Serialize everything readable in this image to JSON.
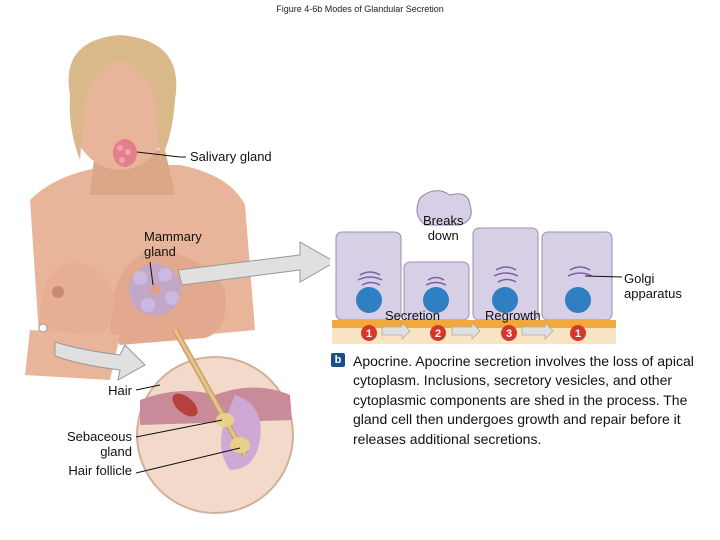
{
  "caption": "Figure 4-6b  Modes of Glandular Secretion",
  "labels": {
    "salivary_gland": "Salivary gland",
    "mammary_gland": "Mammary\ngland",
    "breaks_down": "Breaks\ndown",
    "golgi_apparatus": "Golgi\napparatus",
    "secretion": "Secretion",
    "regrowth": "Regrowth",
    "hair": "Hair",
    "sebaceous_gland": "Sebaceous\ngland",
    "hair_follicle": "Hair follicle"
  },
  "steps": [
    "1",
    "2",
    "3",
    "1"
  ],
  "panel_badge": "b",
  "description": "Apocrine. Apocrine secretion involves the loss of apical cytoplasm. Inclusions, secretory vesicles, and other cytoplasmic components are shed in the process. The gland cell then undergoes growth and repair before it releases additional secretions.",
  "colors": {
    "skin": "#e8b59a",
    "hair": "#d9b98a",
    "cell_fill": "#d7cfe6",
    "nucleus": "#2f7fc2",
    "step_badge": "#d9352b",
    "basement": "#f0a93a",
    "arrow": "#e0e0e0"
  }
}
